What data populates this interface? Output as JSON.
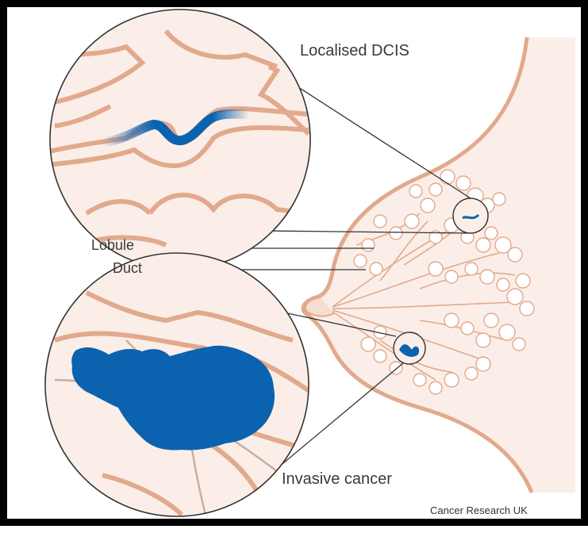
{
  "labels": {
    "localised_dcis": "Localised DCIS",
    "lobule": "Lobule",
    "duct": "Duct",
    "invasive_cancer": "Invasive cancer",
    "credit": "Cancer Research UK"
  },
  "colors": {
    "frame": "#000000",
    "tissue_fill": "#fbeee8",
    "tissue_outline": "#e2a98c",
    "cancer_blue": "#0b63b0",
    "leader_line": "#333333"
  },
  "icons": [
    "breast-tissue-illustration",
    "magnifier-circle",
    "tumour-blob"
  ]
}
